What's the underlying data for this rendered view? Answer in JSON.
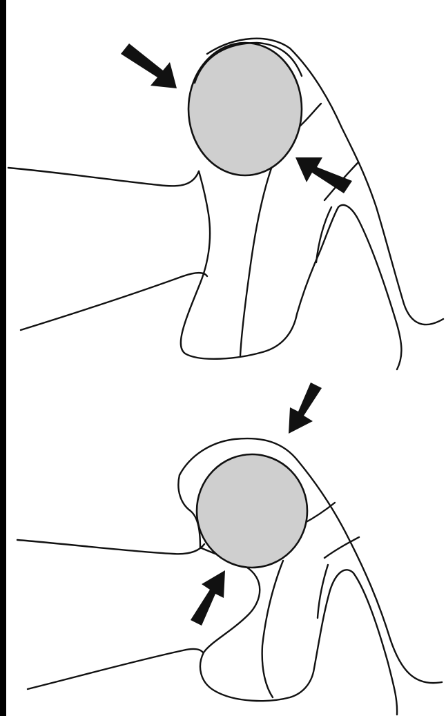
{
  "figures": [
    {
      "id": "top",
      "arrows": 2
    },
    {
      "id": "bottom",
      "arrows": 2
    }
  ],
  "colors": {
    "ink": "#111111",
    "head_fill": "#cfcfcf",
    "background": "#ffffff",
    "border": "#000000"
  }
}
